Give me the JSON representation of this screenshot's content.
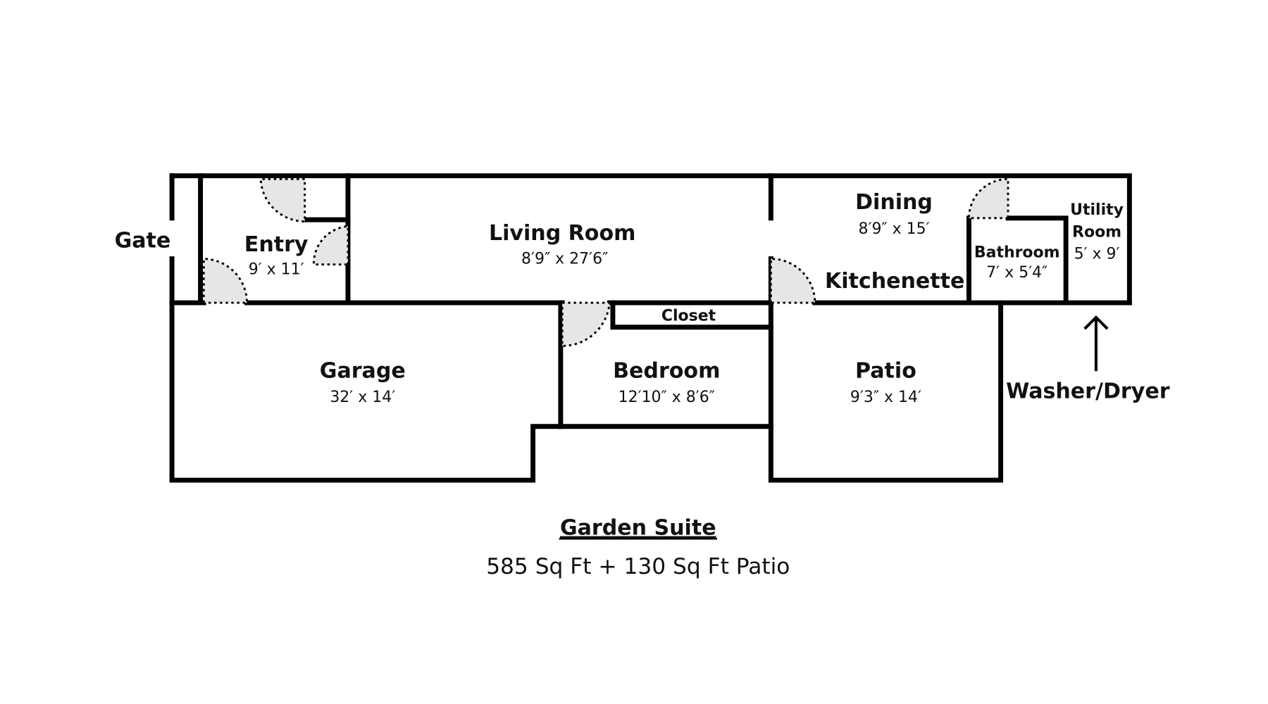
{
  "title": "Garden Suite",
  "area": "585 Sq Ft + 130 Sq Ft Patio",
  "rooms": {
    "gate": {
      "name": "Gate"
    },
    "entry": {
      "name": "Entry",
      "size": "9′ x 11′"
    },
    "living": {
      "name": "Living Room",
      "size": "8′9″ x 27′6″"
    },
    "dining": {
      "name": "Dining",
      "size": "8′9″ x 15′"
    },
    "kitchenette": {
      "name": "Kitchenette"
    },
    "bathroom": {
      "name": "Bathroom",
      "size": "7′ x 5′4″"
    },
    "utility": {
      "name1": "Utility",
      "name2": "Room",
      "size": "5′ x 9′"
    },
    "closet": {
      "name": "Closet"
    },
    "garage": {
      "name": "Garage",
      "size": "32′ x 14′"
    },
    "bedroom": {
      "name": "Bedroom",
      "size": "12′10″ x 8′6″"
    },
    "patio": {
      "name": "Patio",
      "size": "9′3″ x 14′"
    }
  },
  "annotations": {
    "washer_dryer": "Washer/Dryer"
  }
}
